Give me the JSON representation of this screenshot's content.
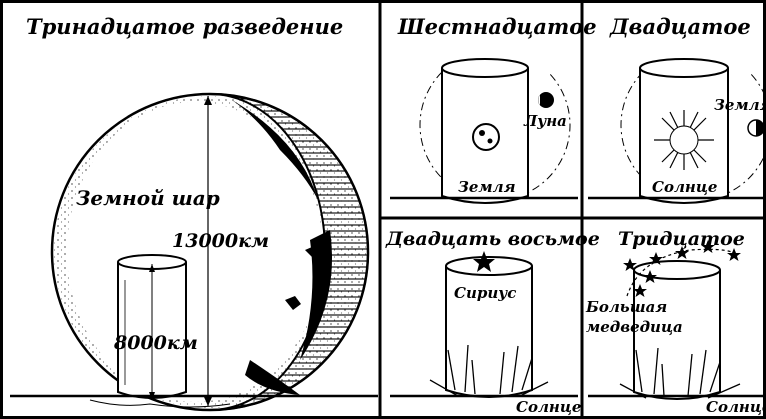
{
  "panels": {
    "p13": {
      "title": "Тринадцатое разведение",
      "labels": {
        "globe": "Земной шар",
        "diameter": "13000км",
        "cylinder": "8000км"
      }
    },
    "p16": {
      "title": "Шестнадцатое",
      "labels": {
        "moon": "Луна",
        "earth": "Земля"
      }
    },
    "p20": {
      "title": "Двадцатое",
      "labels": {
        "earth": "Земля",
        "sun": "Солнце"
      }
    },
    "p28": {
      "title": "Двадцать восьмое",
      "labels": {
        "star": "Сириус",
        "sun": "Солнце"
      }
    },
    "p30": {
      "title": "Тридцатое",
      "labels": {
        "bigdipper_1": "Большая",
        "bigdipper_2": "медведица",
        "sun": "Солнце"
      }
    }
  }
}
